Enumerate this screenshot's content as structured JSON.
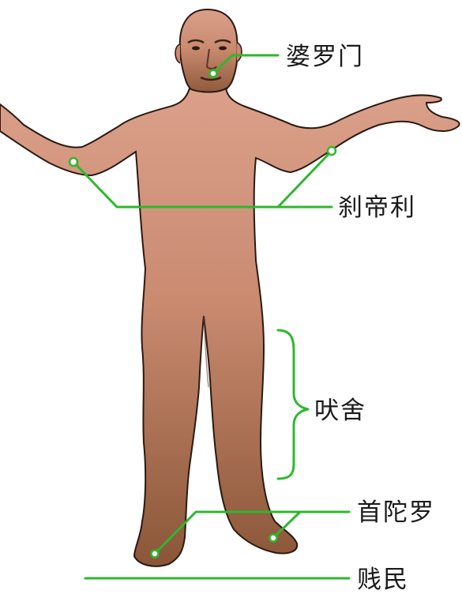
{
  "diagram": {
    "labels": {
      "brahmin": "婆罗门",
      "kshatriya": "刹帝利",
      "vaishya": "吠舍",
      "shudra": "首陀罗",
      "dalit": "贱民"
    },
    "colors": {
      "leader": "#2db82d",
      "skin_top": "#d79b84",
      "skin_bottom": "#8f5a3e",
      "outline": "#2a1a12",
      "text": "#1a1a1a"
    }
  }
}
